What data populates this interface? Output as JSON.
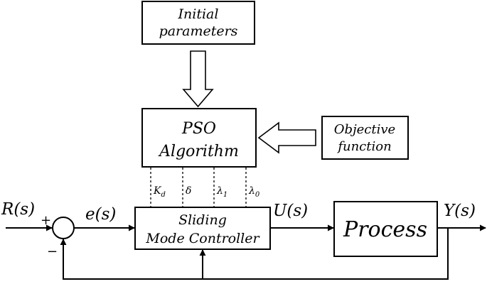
{
  "blocks": {
    "initial_params": [
      "Initial",
      "parameters"
    ],
    "pso": [
      "PSO",
      "Algorithm"
    ],
    "objective": [
      "Objective",
      "function"
    ],
    "smc": [
      "Sliding",
      "Mode Controller"
    ],
    "process": "Process"
  },
  "params": [
    "K_d",
    "δ",
    "λ_1",
    "λ_0"
  ],
  "params_display": {
    "kd_main": "K",
    "kd_sub": "d",
    "delta": "δ",
    "l1_main": "λ",
    "l1_sub": "1",
    "l0_main": "λ",
    "l0_sub": "0"
  },
  "signals": {
    "reference": "R(s)",
    "error": "e(s)",
    "control": "U(s)",
    "output": "Y(s)"
  },
  "summing_junction": {
    "plus": "+",
    "minus": "−"
  }
}
